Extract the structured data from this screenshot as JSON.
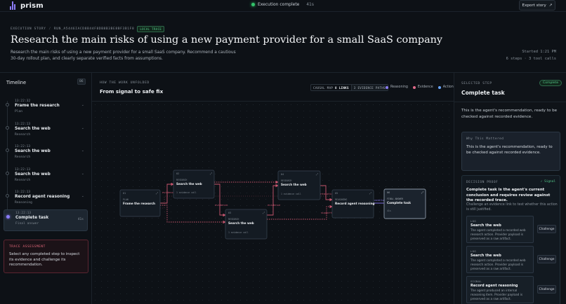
{
  "app": {
    "name": "prism"
  },
  "header_bar": {
    "status": "Execution complete",
    "duration": "41s",
    "export_label": "Export story"
  },
  "page": {
    "crumb_root": "EXECUTION STORY",
    "crumb_sep": "/",
    "run_id": "RUN_A5446IACD8B44F8DB8B3BE8BF3B1F8",
    "badge": "LOCAL TRACE",
    "title": "Research the main risks of using a new payment provider for a small SaaS company",
    "subtitle": "Research the main risks of using a new payment provider for a small SaaS company. Recommend a cautious 30-day rollout plan, and clearly separate verified facts from assumptions.",
    "started": "Started 1:21 PM",
    "stats": "6 steps · 3 tool calls"
  },
  "timeline": {
    "title": "Timeline",
    "count": "06",
    "items": [
      {
        "time": "13:22:32",
        "name": "Frame the research",
        "kind": "Plan"
      },
      {
        "time": "13:22:13",
        "name": "Search the web",
        "kind": "Research"
      },
      {
        "time": "13:22:13",
        "name": "Search the web",
        "kind": "Research"
      },
      {
        "time": "13:22:13",
        "name": "Search the web",
        "kind": "Research"
      },
      {
        "time": "13:22:13",
        "name": "Record agent reasoning",
        "kind": "Reasoning"
      },
      {
        "time": "13:22:13",
        "name": "Complete task",
        "kind": "Final answer",
        "duration": "41s"
      }
    ],
    "assessment": {
      "title": "TRACE ASSESSMENT",
      "body": "Select any completed step to inspect its evidence and challenge its recommendation."
    }
  },
  "map": {
    "eyebrow": "HOW THE WORK UNFOLDED",
    "title": "From signal to safe fix",
    "causal_map": "CAUSAL MAP",
    "links": "8 LINKS",
    "evidence_paths": "3 EVIDENCE PATHS",
    "legend": [
      {
        "label": "Reasoning",
        "color": "#8b7cf7"
      },
      {
        "label": "Evidence",
        "color": "#e06b8a"
      },
      {
        "label": "Action",
        "color": "#6aa7ff"
      }
    ],
    "edge_labels": {
      "evidence": "evidence",
      "reasoning": "reasoning",
      "supports": "supports",
      "concludes": "concludes"
    },
    "nodes": [
      {
        "num": "01",
        "tag": "PLAN",
        "name": "Frame the research",
        "meta": ""
      },
      {
        "num": "02",
        "tag": "RESEARCH",
        "name": "Search the web",
        "meta": "1 evidence call"
      },
      {
        "num": "03",
        "tag": "RESEARCH",
        "name": "Search the web",
        "meta": "1 evidence call"
      },
      {
        "num": "04",
        "tag": "RESEARCH",
        "name": "Search the web",
        "meta": "1 evidence call"
      },
      {
        "num": "05",
        "tag": "REASONING",
        "name": "Record agent reasoning",
        "meta": ""
      },
      {
        "num": "06",
        "tag": "FINAL ANSWER",
        "name": "Complete task",
        "meta": "41s"
      }
    ]
  },
  "selected": {
    "eyebrow": "SELECTED STEP",
    "status": "Complete",
    "title": "Complete task",
    "description": "This is the agent's recommendation, ready to be checked against recorded evidence.",
    "why": {
      "title": "Why This Mattered",
      "body": "This is the agent's recommendation, ready to be checked against recorded evidence."
    },
    "proof": {
      "title": "DECISION PROOF",
      "signal": "✓ Signal",
      "statement": "Complete task is the agent's current conclusion and requires review against the recorded trace.",
      "note": "Challenge an evidence link to test whether this action is still justified.",
      "challenge_label": "Challenge",
      "items": [
        {
          "tag": "LOG",
          "name": "Search the web",
          "desc": "The agent completed a recorded web research action. Provider payload is preserved as a raw artifact."
        },
        {
          "tag": "LOG",
          "name": "Search the web",
          "desc": "The agent completed a recorded web research action. Provider payload is preserved as a raw artifact."
        },
        {
          "tag": "SIGNAL",
          "name": "Record agent reasoning",
          "desc": "The agent produced an internal reasoning item. Provider payload is preserved as a raw artifact."
        }
      ]
    }
  }
}
